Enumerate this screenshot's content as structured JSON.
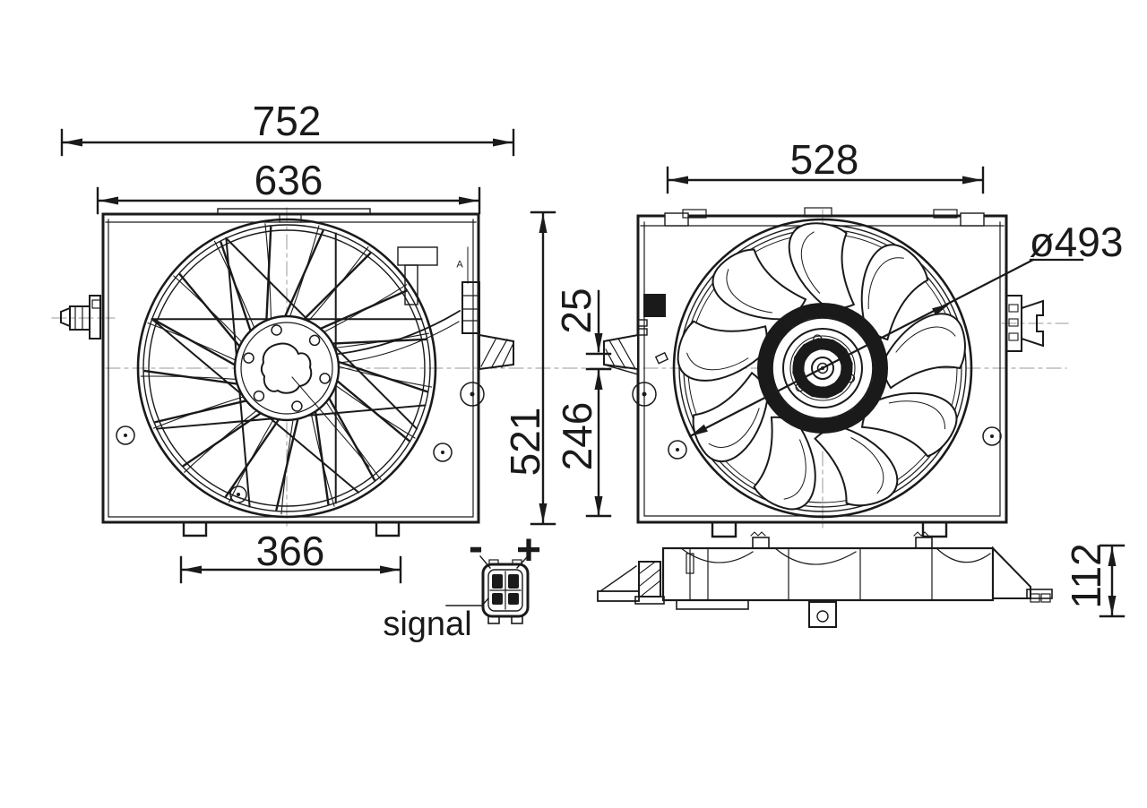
{
  "dimensions": {
    "overall_width": "752",
    "shroud_width": "636",
    "frame_width": "528",
    "fan_diameter": "ø493",
    "bracket_offset": "25",
    "bracket_to_bottom": "246",
    "overall_height": "521",
    "mount_spacing": "366",
    "depth": "112"
  },
  "connector": {
    "minus_label": "-",
    "plus_label": "+",
    "signal_label": "signal"
  },
  "marks": {
    "section": "A"
  },
  "colors": {
    "line": "#1a1a1a",
    "background": "#ffffff",
    "centerline": "#9a9a9a"
  }
}
